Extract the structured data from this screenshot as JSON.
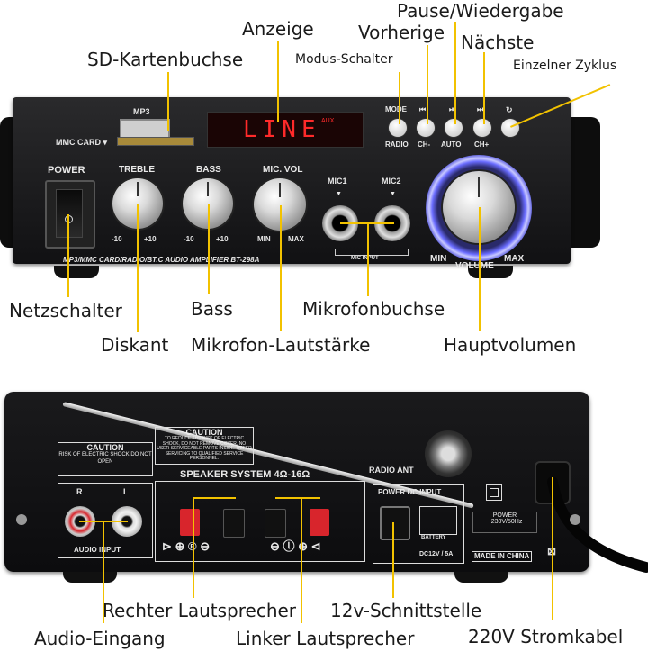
{
  "colors": {
    "leader": "#f2c200",
    "panel": "#151517",
    "display": "#ff2a2a",
    "volume_ring": "#6a6cff"
  },
  "labels": {
    "anzeige": "Anzeige",
    "pause": "Pause/Wiedergabe",
    "vorherige": "Vorherige",
    "naechste": "Nächste",
    "sd": "SD-Kartenbuchse",
    "modus": "Modus-Schalter",
    "zyklus": "Einzelner Zyklus",
    "netzschalter": "Netzschalter",
    "bass": "Bass",
    "mikrofonbuchse": "Mikrofonbuchse",
    "diskant": "Diskant",
    "mikrofon_laut": "Mikrofon-Lautstärke",
    "hauptvolumen": "Hauptvolumen",
    "rechter": "Rechter Lautsprecher",
    "schnittstelle": "12v-Schnittstelle",
    "audio": "Audio-Eingang",
    "linker": "Linker Lautsprecher",
    "stromkabel": "220V Stromkabel"
  },
  "front": {
    "mp3": "MP3",
    "mmc": "MMC CARD ▾",
    "display": "LINE",
    "display_sub": "AUX",
    "mode": "MODE",
    "radio": "RADIO",
    "ch_minus": "CH-",
    "auto": "AUTO",
    "ch_plus": "CH+",
    "power": "POWER",
    "treble": "TREBLE",
    "bass": "BASS",
    "mic_vol": "MIC. VOL",
    "minus10a": "-10",
    "plus10a": "+10",
    "minus10b": "-10",
    "plus10b": "+10",
    "min": "MIN",
    "max": "MAX",
    "mic1": "MIC1",
    "mic2": "MIC2",
    "mic_input": "MIC INPUT",
    "volume": "VOLUME",
    "vmin": "MIN",
    "vmax": "MAX",
    "model": "MP3/MMC CARD/RADIO/BT.C AUDIO AMPLIFIER BT-298A"
  },
  "back": {
    "caution_title": "CAUTION",
    "caution_text": "TO REDUCE THE RISK OF ELECTRIC SHOCK, DO NOT REMOVE COVER. NO USER-SERVICEABLE PARTS INSIDE. REFER SERVICING TO QUALIFIED SERVICE PERSONNEL.",
    "caution2_title": "CAUTION",
    "caution2_text": "RISK OF ELECTRIC SHOCK DO NOT OPEN",
    "speaker_system": "SPEAKER SYSTEM 4Ω-16Ω",
    "radio_ant": "RADIO ANT",
    "power_dc": "POWER DC INPUT",
    "battery": "BATTERY",
    "dc_spec": "DC12V / 5A",
    "power": "POWER",
    "ac_spec": "~230V/50Hz",
    "made_in": "MADE IN CHINA",
    "audio_input": "AUDIO INPUT",
    "r": "R",
    "l": "L"
  }
}
